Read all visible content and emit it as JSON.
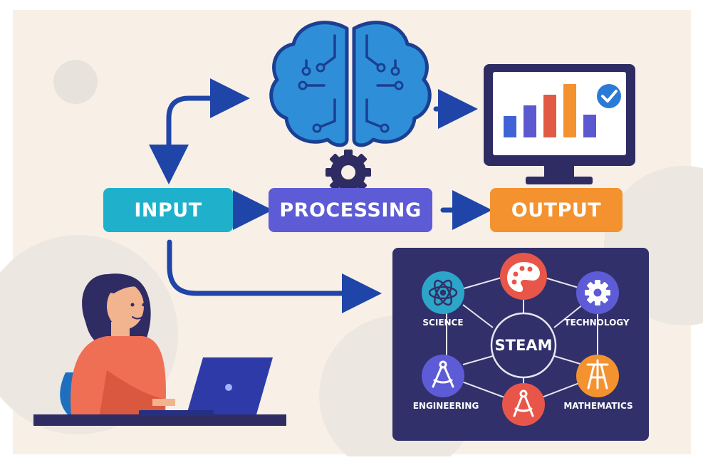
{
  "flow": {
    "input_label": "INPUT",
    "processing_label": "PROCESSING",
    "output_label": "OUTPUT"
  },
  "steam": {
    "center_label": "STEAM",
    "nodes": {
      "science": "SCIENCE",
      "technology": "TECHNOLOGY",
      "engineering": "ENGINEERING",
      "mathematics": "MATHEMATICS"
    }
  },
  "colors": {
    "background": "#f8f0e6",
    "input": "#1fb1cc",
    "processing": "#5d5bd6",
    "output": "#f4922f",
    "arrow": "#1f45a8",
    "brain": "#2e8fd8",
    "steam_panel": "#31306a",
    "monitor_frame": "#2e2c63",
    "bar_blue": "#3f63d6",
    "bar_purple": "#5b58d0",
    "bar_red": "#e35a44",
    "bar_orange": "#f4922f",
    "check_badge": "#2a7bd6",
    "arts_node": "#e8564a",
    "science_node": "#2da5c9",
    "technology_node": "#5d5bd6",
    "engineering_node": "#5d5bd6",
    "mathematics_node": "#f4922f"
  },
  "icons": {
    "brain": "brain-circuit-icon",
    "gear": "gear-icon",
    "monitor": "monitor-chart-icon",
    "check": "checkmark-icon",
    "palette": "palette-icon",
    "atom": "atom-icon",
    "compass": "compass-icon",
    "easel": "easel-icon",
    "laptop": "laptop-icon",
    "person": "woman-at-laptop-illustration"
  }
}
